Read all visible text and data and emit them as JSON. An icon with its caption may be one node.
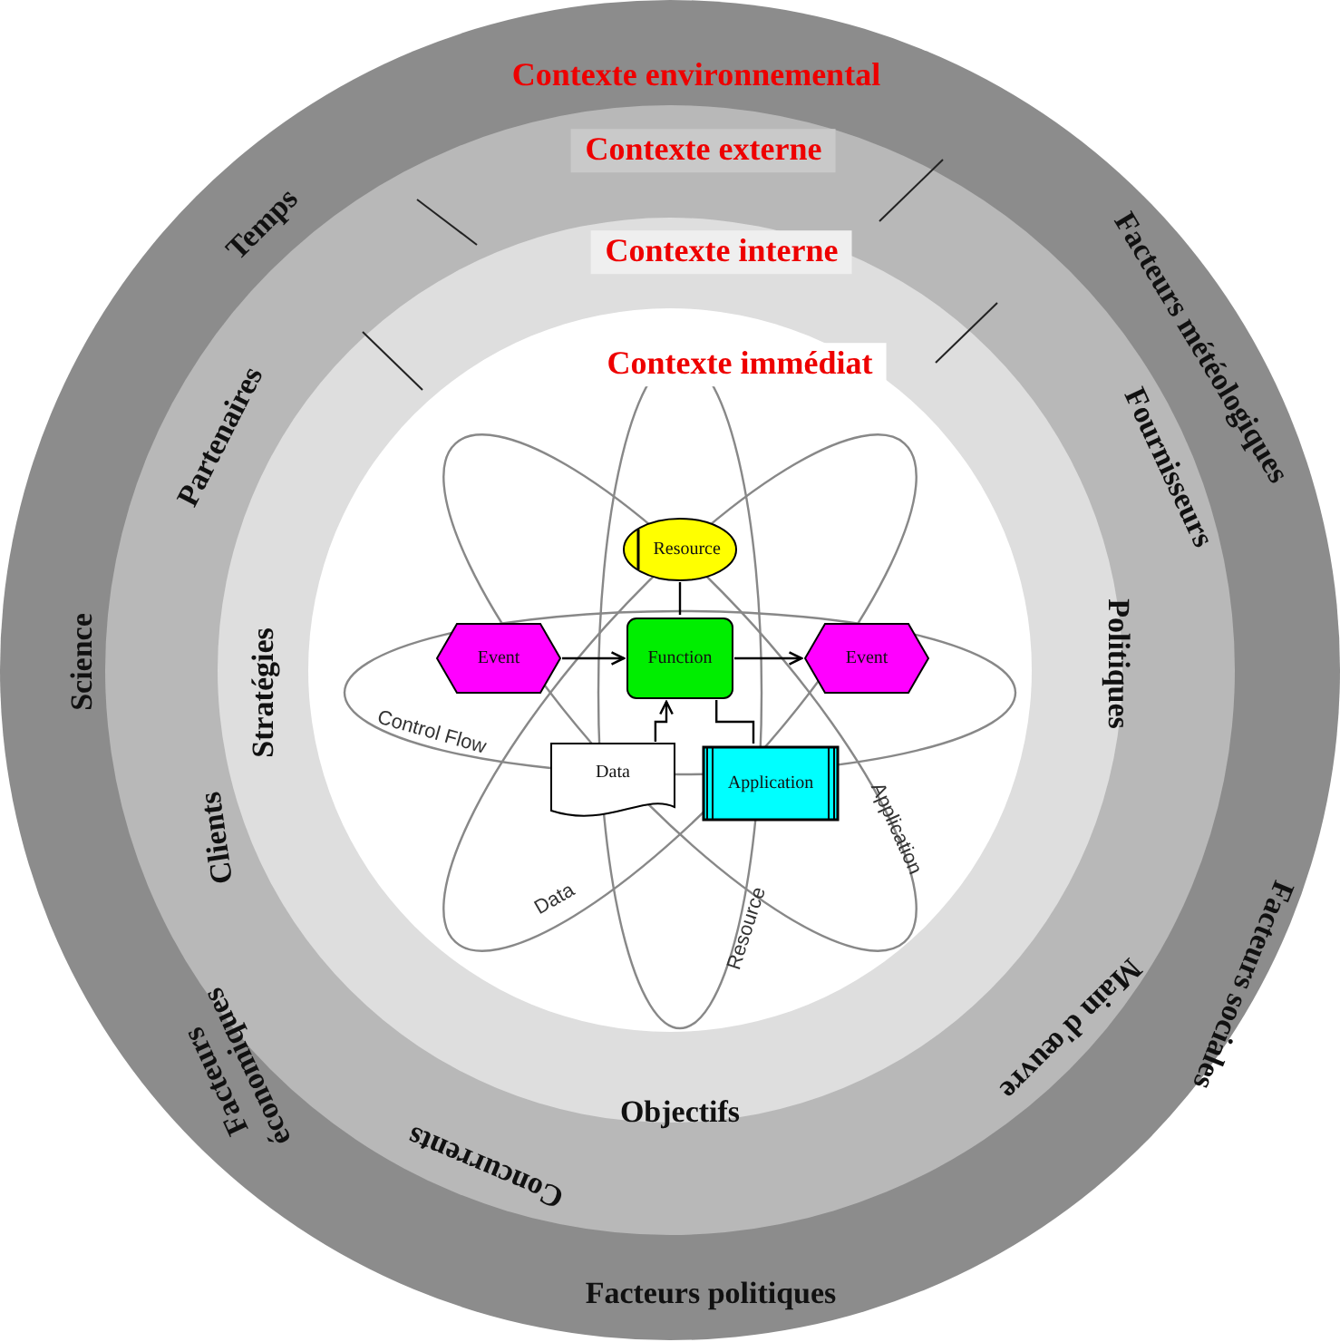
{
  "diagram": {
    "nodes": [
      {
        "text": [
          "Contexte environnemental"
        ]
      },
      {
        "text": [
          "Contexte externe"
        ],
        "in": 0
      },
      {
        "text": [
          "Contexte interne",
          "Stratégies",
          "Politiques",
          "Objectifs"
        ],
        "in": 1
      },
      {
        "text": [
          "Contexte immédiat"
        ],
        "in": 2
      },
      {
        "text": [
          "Resource"
        ],
        "in": 3
      },
      {
        "text": [
          "Event"
        ],
        "in": 3
      },
      {
        "text": [
          "Function"
        ],
        "in": 3
      },
      {
        "text": [
          "Event"
        ],
        "in": 3
      },
      {
        "text": [
          "Data"
        ],
        "in": 3
      },
      {
        "text": [
          "Application"
        ],
        "in": 3
      }
    ],
    "edges": [
      {
        "from": 5,
        "to": 6,
        "arrow": "to"
      },
      {
        "from": 6,
        "to": 7,
        "arrow": "to"
      },
      {
        "from": 4,
        "to": 6,
        "arrow": "none"
      },
      {
        "from": 8,
        "to": 6,
        "arrow": "to"
      },
      {
        "from": 6,
        "to": 9,
        "arrow": "none"
      }
    ],
    "labels": [
      "Temps",
      "Facteurs météologiques",
      "Partenaires",
      "Fournisseurs",
      "Science",
      "Control Flow",
      "Clients",
      "Application",
      "Facteurs économiques",
      "Data",
      "Resource",
      "Main d'œuvre",
      "Facteurs sociales",
      "Concurrents",
      "Facteurs politiques"
    ]
  }
}
